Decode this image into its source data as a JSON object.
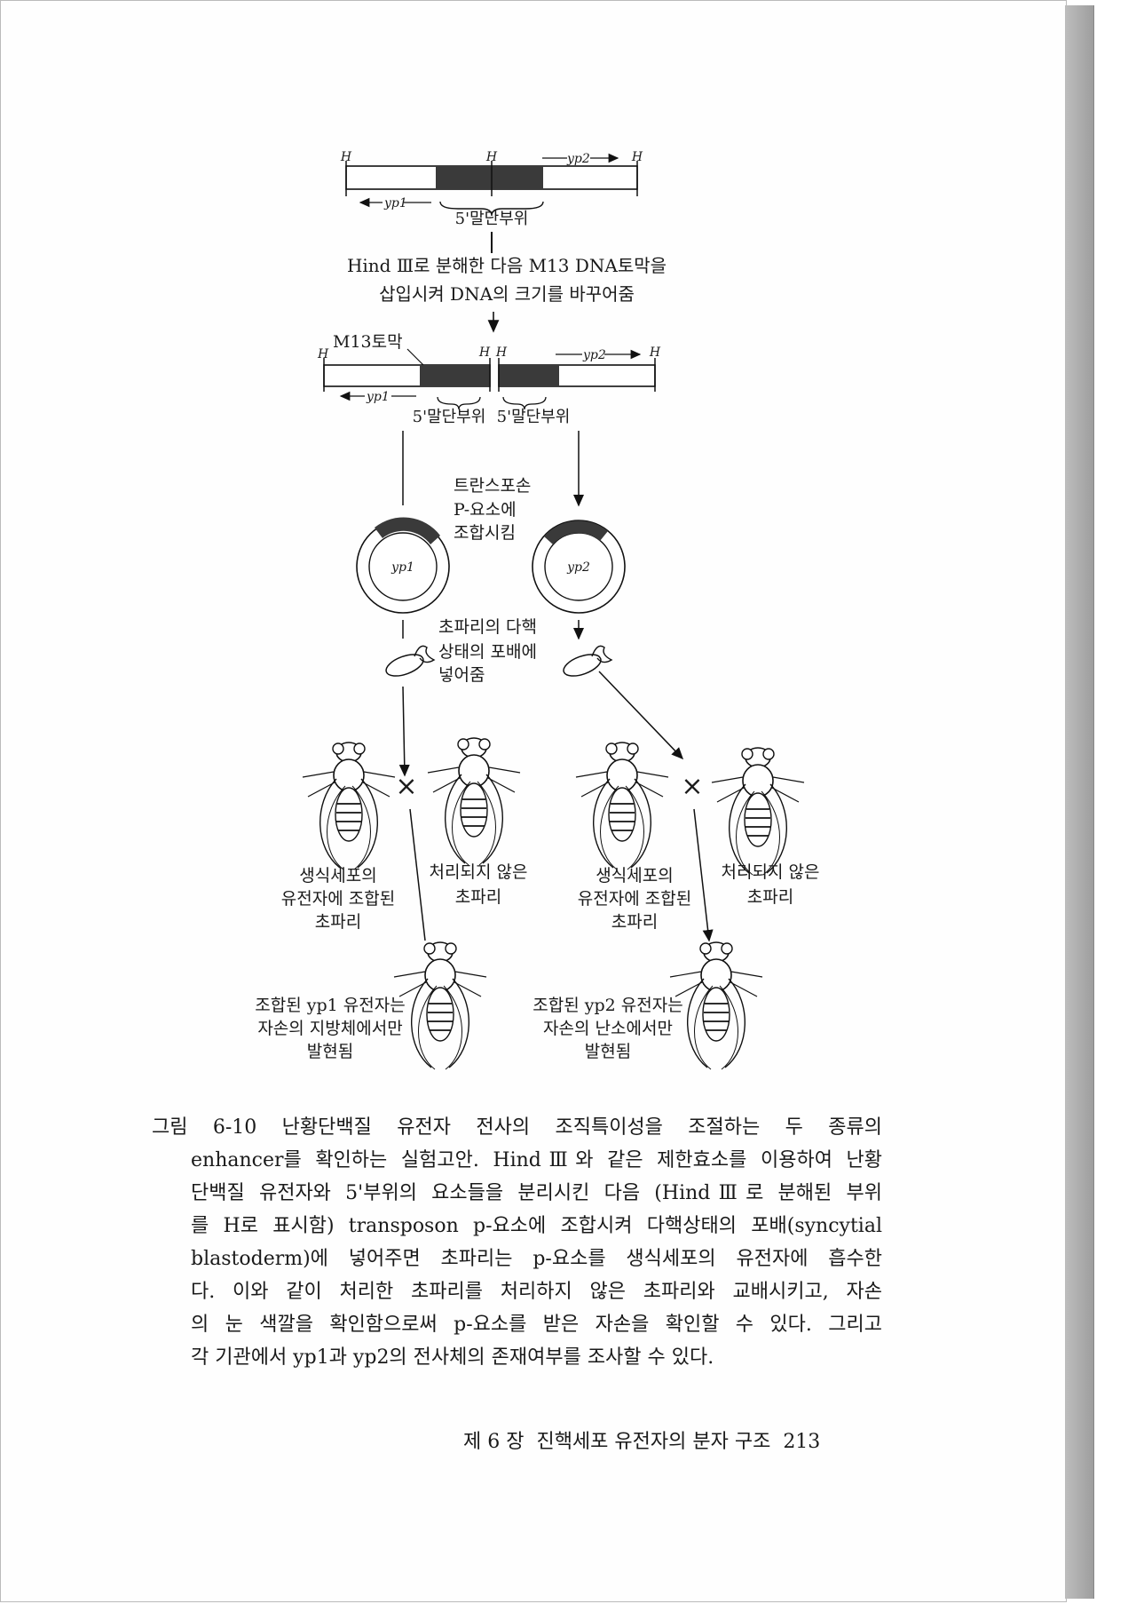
{
  "figure": {
    "top_map": {
      "h_labels": [
        "H",
        "H",
        "H"
      ],
      "yp1": "yp1",
      "yp2": "yp2",
      "region": "5'말단부위"
    },
    "step1": [
      "Hind Ⅲ로 분해한 다음 M13 DNA토막을",
      "삽입시켜  DNA의 크기를 바꾸어줌"
    ],
    "second_map": {
      "m13": "M13토막",
      "h_labels": [
        "H",
        "H",
        "H",
        "H"
      ],
      "yp1": "yp1",
      "yp2": "yp2",
      "region_left": "5'말단부위",
      "region_right": "5'말단부위"
    },
    "step2": [
      "트란스포손",
      "P-요소에",
      "조합시킴"
    ],
    "plasmids": [
      "yp1",
      "yp2"
    ],
    "step3": [
      "초파리의 다핵",
      "상태의 포배에",
      "넣어줌"
    ],
    "cross_symbol": "×",
    "left_cross": {
      "transformed": [
        "생식세포의",
        "유전자에 조합된",
        "초파리"
      ],
      "untreated": [
        "처리되지 않은",
        "초파리"
      ]
    },
    "right_cross": {
      "transformed": [
        "생식세포의",
        "유전자에 조합된",
        "초파리"
      ],
      "untreated": [
        "처리되지 않은",
        "초파리"
      ]
    },
    "result_left": [
      "조합된 yp1 유전자는",
      "자손의 지방체에서만",
      "발현됨"
    ],
    "result_right": [
      "조합된 yp2 유전자는",
      "자손의 난소에서만",
      "발현됨"
    ]
  },
  "caption": {
    "lines": [
      "그림 6-10 난황단백질 유전자 전사의 조직특이성을 조절하는 두 종류의",
      "enhancer를 확인하는 실험고안. HindⅢ와 같은 제한효소를 이용하여 난황",
      "단백질 유전자와 5'부위의 요소들을 분리시킨 다음 (HindⅢ로 분해된 부위",
      "를 H로 표시함) transposon p-요소에 조합시켜 다핵상태의 포배(syncytial",
      "blastoderm)에 넣어주면 초파리는 p-요소를 생식세포의 유전자에 흡수한",
      "다. 이와 같이 처리한 초파리를 처리하지 않은 초파리와 교배시키고, 자손",
      "의 눈 색깔을 확인함으로써 p-요소를 받은 자손을 확인할 수 있다. 그리고",
      "각 기관에서 yp1과 yp2의 전사체의 존재여부를 조사할 수 있다."
    ]
  },
  "footer": {
    "chapter": "제 6 장  진핵세포 유전자의 분자 구조",
    "page_number": "213"
  }
}
